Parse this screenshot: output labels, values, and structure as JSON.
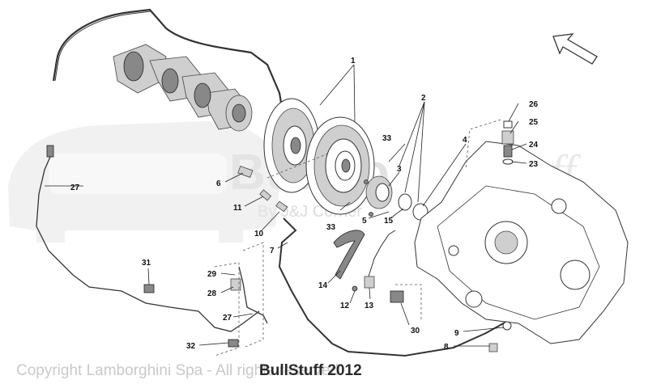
{
  "watermark": {
    "brand": "Bullbo",
    "script": "Stuff",
    "sub": "By J&J Corner"
  },
  "footer": {
    "copyright": "Copyright Lamborghini Spa - All rights reserved",
    "overlay": "BullStuff 2012"
  },
  "callouts": [
    "1",
    "2",
    "3",
    "4",
    "5",
    "6",
    "7",
    "8",
    "9",
    "10",
    "11",
    "12",
    "13",
    "14",
    "15",
    "23",
    "24",
    "25",
    "26",
    "27",
    "27",
    "28",
    "29",
    "30",
    "31",
    "32",
    "33",
    "33"
  ]
}
